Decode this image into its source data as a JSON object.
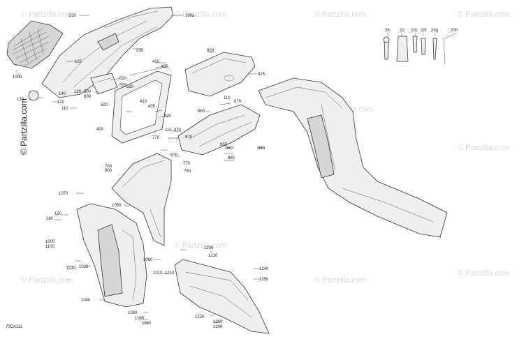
{
  "watermark_text": "© Partzilla.com",
  "copyright_label": "© Partzilla.com",
  "diagram_code": "70CA111",
  "callouts": {
    "c220": "220",
    "c100a": "100a",
    "c100b": "100b",
    "c125": "125",
    "c230": "230",
    "c130": "130",
    "c140": "140",
    "c120a": "120",
    "c110a": "110",
    "c120b": "120",
    "c500": "500",
    "c600": "600",
    "c505": "505",
    "c510": "510",
    "c520a": "520",
    "c520b": "520",
    "c410a": "410",
    "c405a": "405",
    "c410b": "410",
    "c405b": "405",
    "c420": "420",
    "c400": "400",
    "c900": "900",
    "c925": "925",
    "c860": "860",
    "c110b": "110",
    "c870a": "870",
    "c870b": "870",
    "c110c": "110",
    "c870c": "870",
    "c770a": "770",
    "c950": "950",
    "c960": "960",
    "c850": "850",
    "c880": "880",
    "c670": "670",
    "c770b": "770",
    "c700": "700",
    "c800": "800",
    "c750": "750",
    "c1070": "1070",
    "c1050": "1050",
    "c150": "150",
    "c160": "160",
    "c1000": "1000",
    "c1100": "1100",
    "c1010a": "1010",
    "c1020": "1020",
    "c1060": "1060",
    "c1010b": "1010",
    "c1210a": "1210",
    "c1230": "1230",
    "c1210b": "1210",
    "c1240": "1240",
    "c1250": "1250",
    "c1040": "1040",
    "c1090": "1090",
    "c1085": "1085",
    "c1080": "1080",
    "c1220": "1220",
    "c1200": "1200",
    "c1300": "1300",
    "c35": "35",
    "c20": "20",
    "c20c": "20c",
    "c20f": "20f",
    "c20g": "20g",
    "c20h": "20h"
  }
}
